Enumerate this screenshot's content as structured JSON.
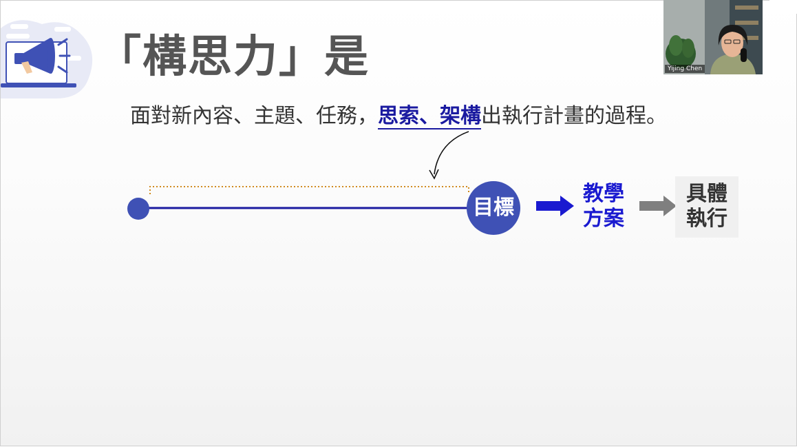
{
  "slide": {
    "title": "「構思力」是",
    "definition": {
      "prefix": "面對新內容、主題、任務，",
      "emphasis": "思索、架構",
      "suffix": "出執行計畫的過程。"
    },
    "flow": {
      "goal": "目標",
      "plan_line1": "教學",
      "plan_line2": "方案",
      "exec_line1": "具體",
      "exec_line2": "執行"
    }
  },
  "webcam": {
    "participant_name": "Yijing Chen"
  },
  "colors": {
    "accent_blue": "#3f51b5",
    "line_blue": "#1a1aa0",
    "arrow_blue": "#1a1ad0",
    "arrow_gray": "#7f7f7f",
    "dotted_orange": "#d08a1e",
    "title_gray": "#555555"
  },
  "icons": {
    "title_illustration": "megaphone-laptop-icon",
    "flow_arrows": [
      "arrow-right-icon",
      "arrow-right-icon"
    ],
    "pointer": "curved-arrow-icon"
  }
}
